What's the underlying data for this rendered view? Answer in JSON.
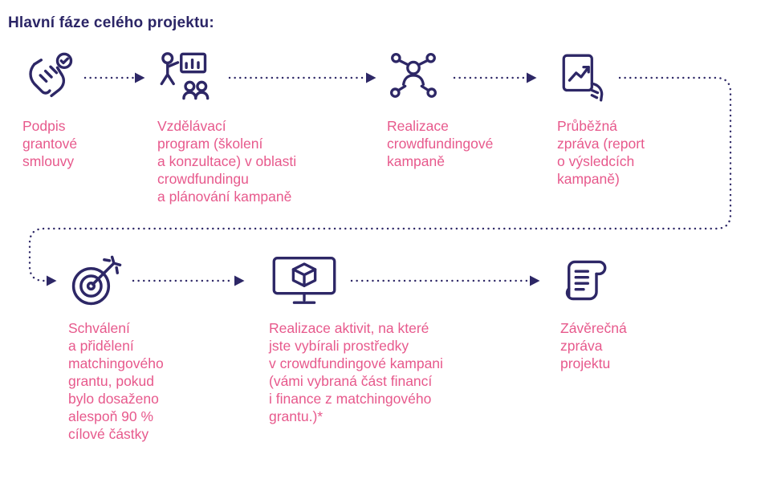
{
  "title": "Hlavní fáze celého projektu:",
  "colors": {
    "accent_pink": "#e7598c",
    "navy": "#2d2766",
    "background": "#ffffff"
  },
  "diagram": {
    "type": "flow",
    "rows": 2,
    "connector_style": "dotted-arrow"
  },
  "phases": [
    {
      "icon": "contract-signing-handshake-icon",
      "label": "Podpis\ngrantové\nsmlouvy"
    },
    {
      "icon": "training-presentation-icon",
      "label": "Vzdělávací\nprogram (školení\na konzultace) v oblasti\ncrowdfundingu\na plánování kampaně"
    },
    {
      "icon": "network-people-icon",
      "label": "Realizace\ncrowdfundingové\nkampaně"
    },
    {
      "icon": "report-chart-hand-icon",
      "label": "Průběžná\nzpráva (report\no výsledcích\nkampaně)"
    },
    {
      "icon": "target-dart-icon",
      "label": "Schválení\na přidělení\nmatchingového\ngrantu, pokud\nbylo dosaženo\nalespoň 90 %\ncílové částky"
    },
    {
      "icon": "monitor-package-icon",
      "label": "Realizace aktivit, na které\njste vybírali prostředky\nv crowdfundingové kampani\n(vámi vybraná část financí\ni finance z matchingového\ngrantu.)*"
    },
    {
      "icon": "scroll-report-icon",
      "label": "Závěrečná\nzpráva\nprojektu"
    }
  ]
}
